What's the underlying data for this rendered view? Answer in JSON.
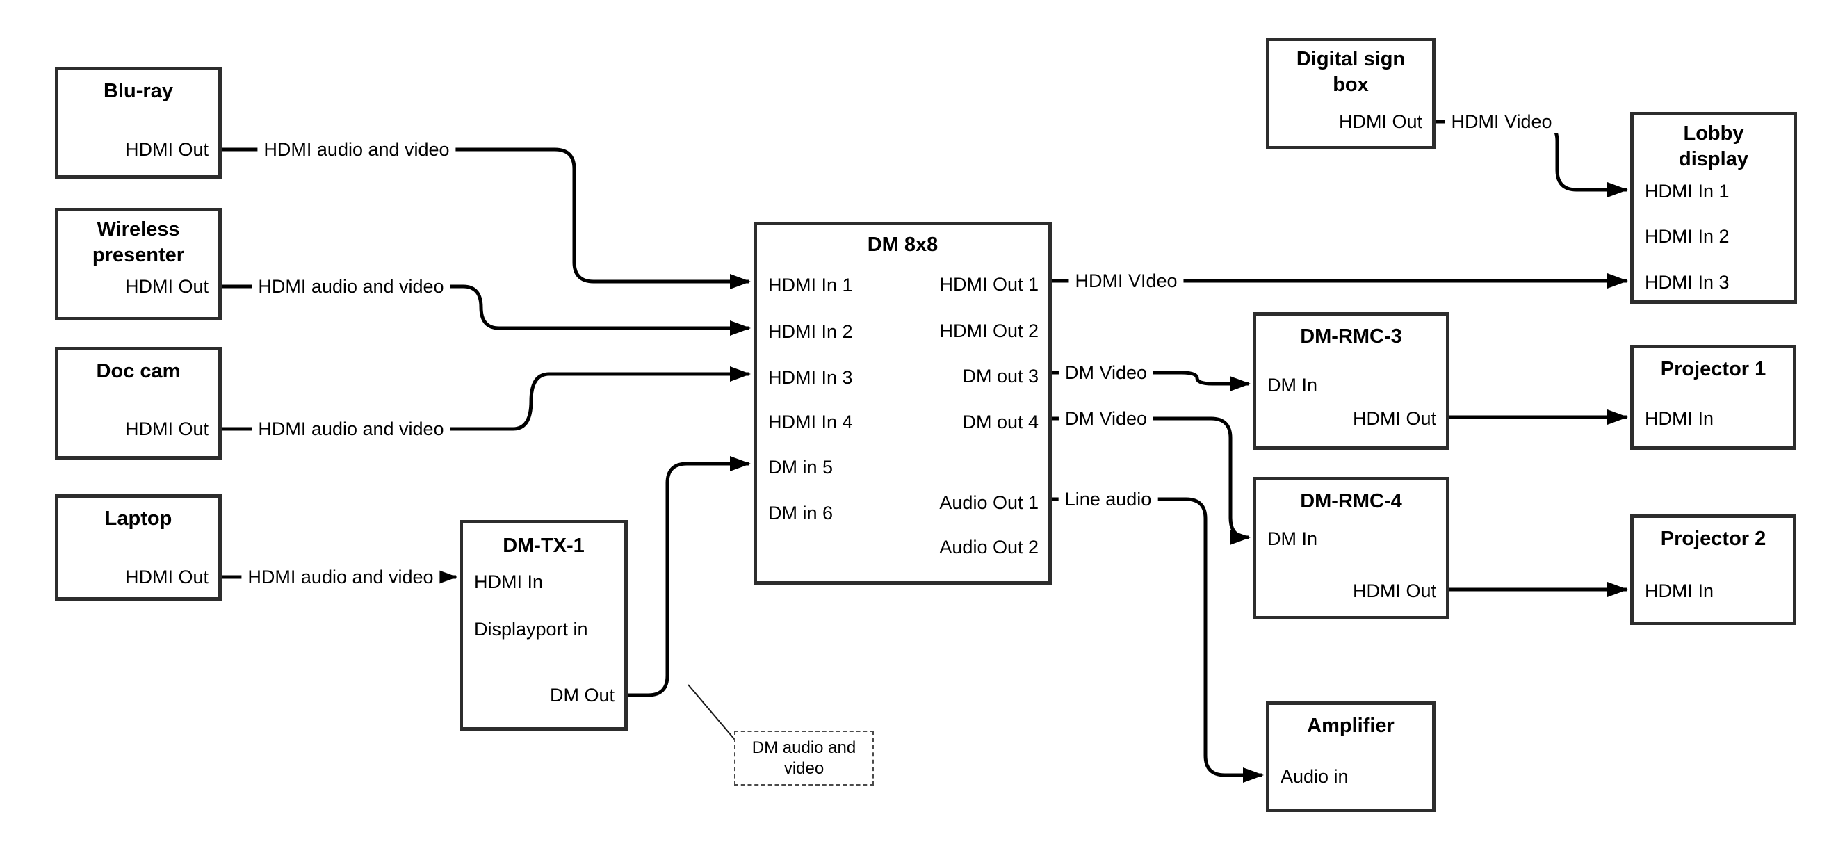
{
  "diagram": {
    "background": "#ffffff",
    "wire_color": "#000000",
    "box_border_color": "#2d2d2d"
  },
  "nodes": {
    "bluray": {
      "title": "Blu-ray",
      "ports": {
        "hdmi_out": "HDMI Out"
      }
    },
    "wireless": {
      "title_line1": "Wireless",
      "title_line2": "presenter",
      "ports": {
        "hdmi_out": "HDMI Out"
      }
    },
    "doccam": {
      "title": "Doc cam",
      "ports": {
        "hdmi_out": "HDMI Out"
      }
    },
    "laptop": {
      "title": "Laptop",
      "ports": {
        "hdmi_out": "HDMI Out"
      }
    },
    "dmtx1": {
      "title": "DM-TX-1",
      "ports": {
        "hdmi_in": "HDMI In",
        "displayport_in": "Displayport in",
        "dm_out": "DM Out"
      }
    },
    "dm8x8": {
      "title": "DM 8x8",
      "ports": {
        "hdmi_in1": "HDMI In 1",
        "hdmi_in2": "HDMI In 2",
        "hdmi_in3": "HDMI In 3",
        "hdmi_in4": "HDMI In 4",
        "dm_in5": "DM in 5",
        "dm_in6": "DM in 6",
        "hdmi_out1": "HDMI Out 1",
        "hdmi_out2": "HDMI Out 2",
        "dm_out3": "DM out 3",
        "dm_out4": "DM out 4",
        "audio_out1": "Audio Out 1",
        "audio_out2": "Audio Out 2"
      }
    },
    "digital_sign": {
      "title_line1": "Digital sign",
      "title_line2": "box",
      "ports": {
        "hdmi_out": "HDMI Out"
      }
    },
    "lobby": {
      "title_line1": "Lobby",
      "title_line2": "display",
      "ports": {
        "hdmi_in1": "HDMI In 1",
        "hdmi_in2": "HDMI In 2",
        "hdmi_in3": "HDMI In 3"
      }
    },
    "dmrmc3": {
      "title": "DM-RMC-3",
      "ports": {
        "dm_in": "DM In",
        "hdmi_out": "HDMI Out"
      }
    },
    "proj1": {
      "title": "Projector 1",
      "ports": {
        "hdmi_in": "HDMI In"
      }
    },
    "dmrmc4": {
      "title": "DM-RMC-4",
      "ports": {
        "dm_in": "DM In",
        "hdmi_out": "HDMI Out"
      }
    },
    "proj2": {
      "title": "Projector 2",
      "ports": {
        "hdmi_in": "HDMI In"
      }
    },
    "amplifier": {
      "title": "Amplifier",
      "ports": {
        "audio_in": "Audio in"
      }
    }
  },
  "wire_labels": {
    "bluray_wire": "HDMI audio and video",
    "wireless_wire": "HDMI audio and video",
    "doccam_wire": "HDMI audio and video",
    "laptop_wire": "HDMI audio and video",
    "hdmi_out1_wire": "HDMI VIdeo",
    "dm_out3_wire": "DM Video",
    "dm_out4_wire": "DM Video",
    "audio_out1_wire": "Line audio",
    "digital_sign_wire": "HDMI Video"
  },
  "callout": {
    "line1": "DM audio and",
    "line2": "video"
  }
}
